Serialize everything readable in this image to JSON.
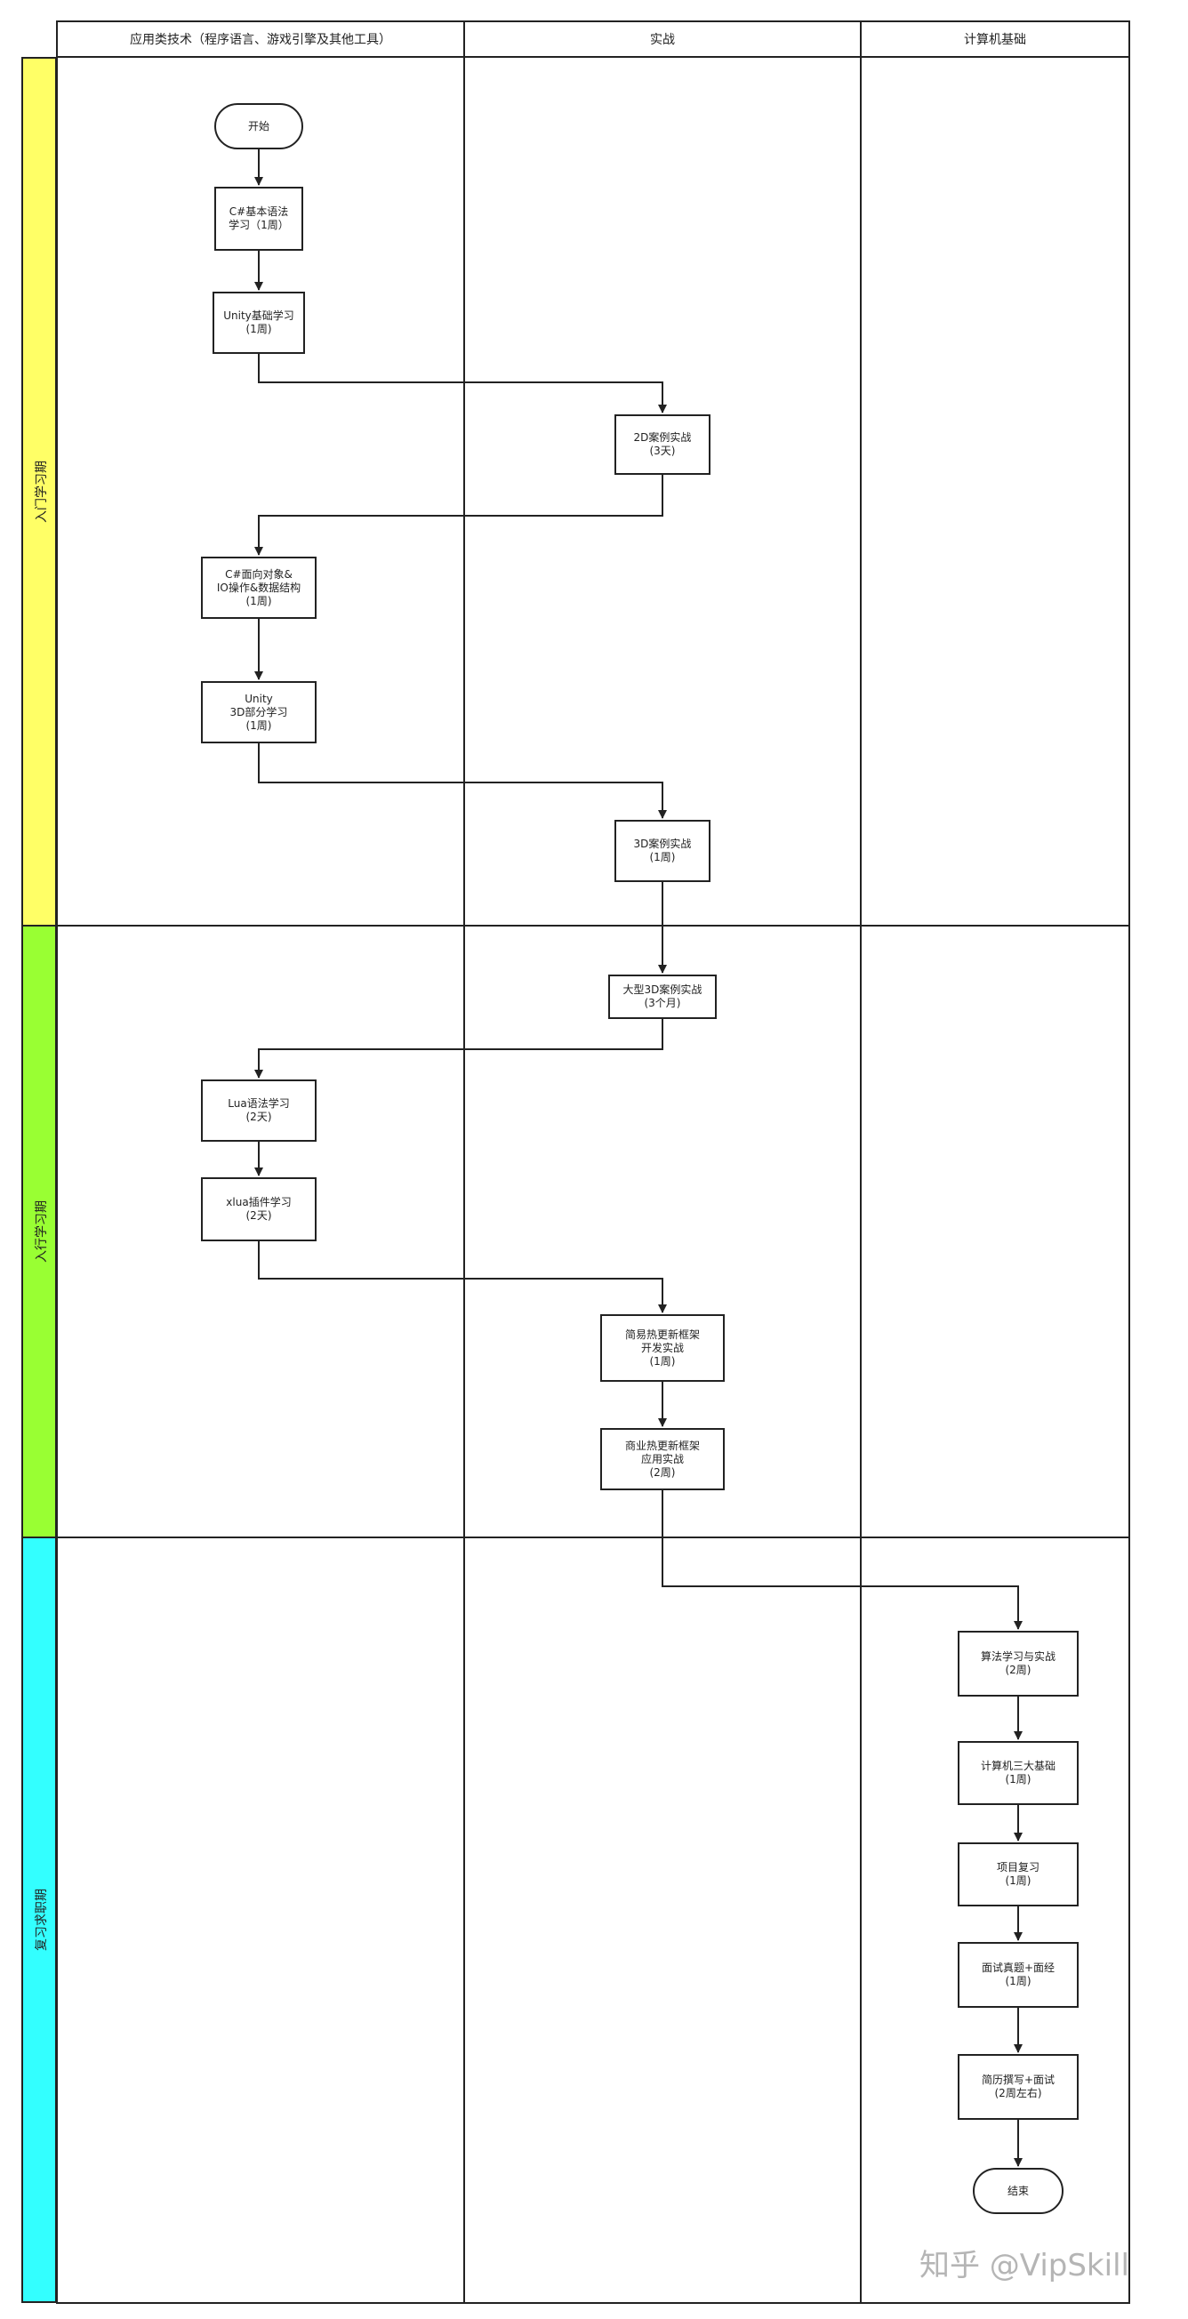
{
  "columns": [
    "应用类技术（程序语言、游戏引擎及其他工具）",
    "实战",
    "计算机基础"
  ],
  "lanes": [
    {
      "label": "入门学习期",
      "color": "#ffff66"
    },
    {
      "label": "入行学习期",
      "color": "#99ff33"
    },
    {
      "label": "复习求职期",
      "color": "#33ffff"
    }
  ],
  "nodes": {
    "start": "开始",
    "csharp_basic": "C#基本语法\n学习（1周）",
    "unity_basic": "Unity基础学习\n(1周)",
    "case_2d": "2D案例实战\n(3天)",
    "csharp_oop": "C#面向对象&\nIO操作&数据结构\n(1周)",
    "unity_3d": "Unity\n3D部分学习\n(1周)",
    "case_3d": "3D案例实战\n(1周)",
    "big_case_3d": "大型3D案例实战\n(3个月)",
    "lua": "Lua语法学习\n(2天)",
    "xlua": "xlua插件学习\n(2天)",
    "hotfix_dev": "简易热更新框架\n开发实战\n(1周)",
    "hotfix_biz": "商业热更新框架\n应用实战\n(2周)",
    "algo": "算法学习与实战\n(2周)",
    "cs_three": "计算机三大基础\n(1周)",
    "project_review": "项目复习\n(1周)",
    "interview_q": "面试真题+面经\n(1周)",
    "resume": "简历撰写+面试\n(2周左右)",
    "end": "结束"
  },
  "watermark": "知乎 @VipSkill"
}
